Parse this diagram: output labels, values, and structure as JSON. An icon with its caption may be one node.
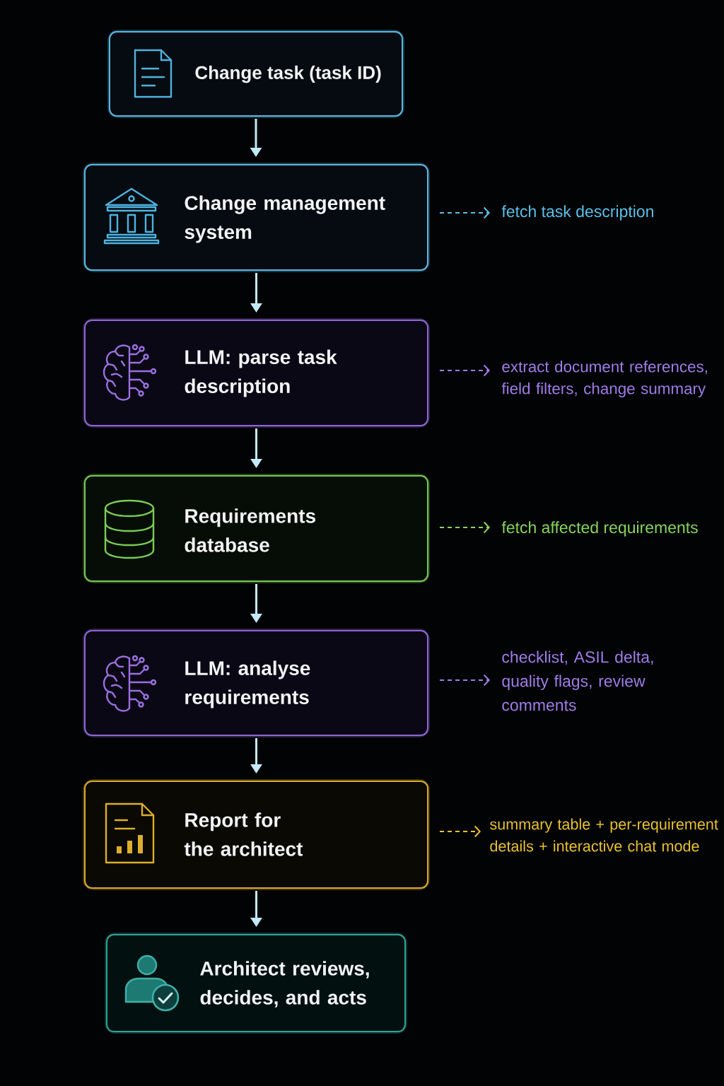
{
  "diagram": {
    "nodes": [
      {
        "text": [
          "Change task (task ID)"
        ]
      },
      {
        "text": [
          "Change management system"
        ]
      },
      {
        "text": [
          "LLM: parse task description"
        ]
      },
      {
        "text": [
          "Requirements database"
        ]
      },
      {
        "text": [
          "LLM: analyse requirements"
        ]
      },
      {
        "text": [
          "Report for the architect"
        ]
      },
      {
        "text": [
          "Architect reviews, decides, and acts"
        ]
      },
      {
        "text": [
          "fetch task description"
        ]
      },
      {
        "text": [
          "extract document references, field filters, change summary"
        ]
      },
      {
        "text": [
          "fetch affected requirements"
        ]
      },
      {
        "text": [
          "checklist, ASIL delta, quality flags, review comments"
        ]
      },
      {
        "text": [
          "summary table + per-requirement details + interactive chat mode"
        ]
      }
    ],
    "edges": [
      {
        "from": 0,
        "to": 1,
        "arrow": "to"
      },
      {
        "from": 1,
        "to": 2,
        "arrow": "to"
      },
      {
        "from": 2,
        "to": 3,
        "arrow": "to"
      },
      {
        "from": 3,
        "to": 4,
        "arrow": "to"
      },
      {
        "from": 4,
        "to": 5,
        "arrow": "to"
      },
      {
        "from": 5,
        "to": 6,
        "arrow": "to"
      },
      {
        "from": 1,
        "to": 7,
        "arrow": "to",
        "style": "dashed",
        "color": "#5cc0ea"
      },
      {
        "from": 2,
        "to": 8,
        "arrow": "to",
        "style": "dashed",
        "color": "#a07ce8"
      },
      {
        "from": 3,
        "to": 9,
        "arrow": "to",
        "style": "dashed",
        "color": "#86d65e"
      },
      {
        "from": 4,
        "to": 10,
        "arrow": "to",
        "style": "dashed",
        "color": "#a07ce8"
      },
      {
        "from": 5,
        "to": 11,
        "arrow": "to",
        "style": "dashed",
        "color": "#e9c232"
      }
    ]
  }
}
